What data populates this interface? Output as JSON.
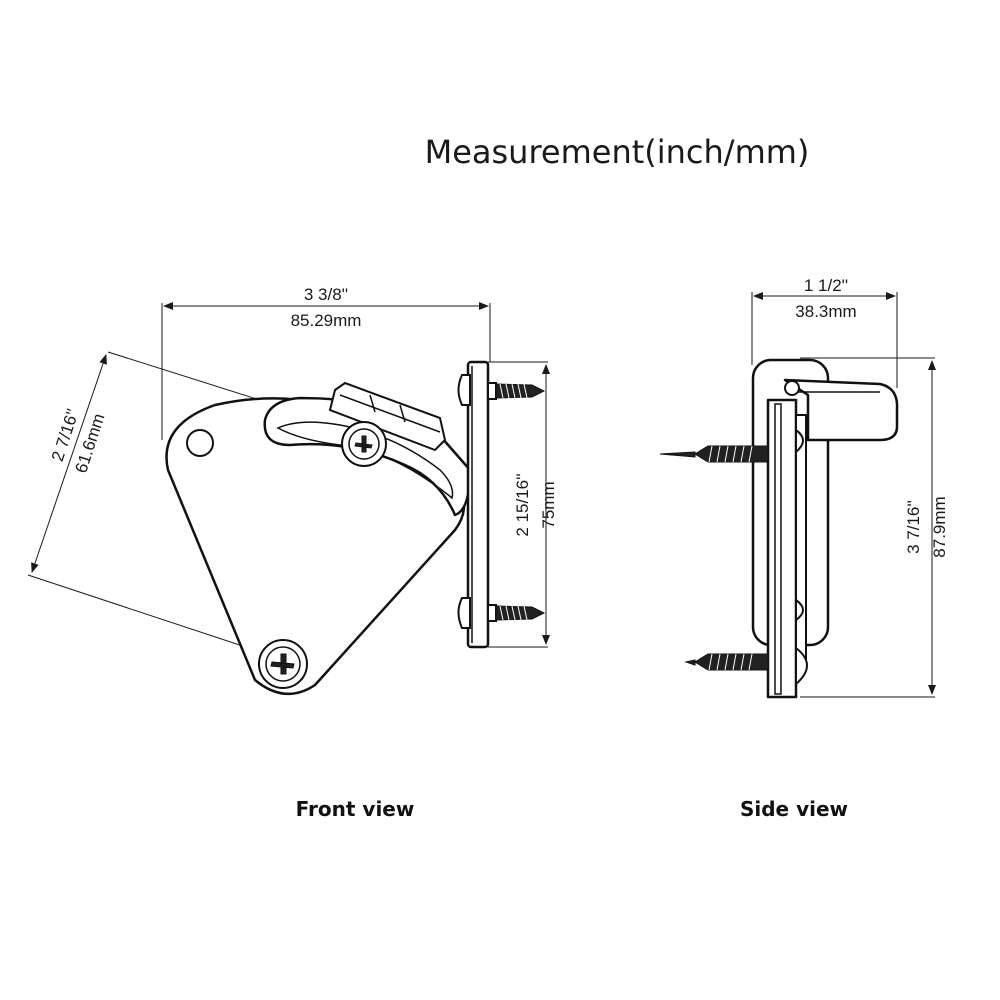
{
  "title": "Measurement(inch/mm)",
  "front_view": {
    "caption": "Front view",
    "width": {
      "inch": "3 3/8''",
      "mm": "85.29mm"
    },
    "diagonal": {
      "inch": "2 7/16''",
      "mm": "61.6mm"
    },
    "plate_height": {
      "inch": "2 15/16''",
      "mm": "75mm"
    }
  },
  "side_view": {
    "caption": "Side view",
    "width": {
      "inch": "1 1/2''",
      "mm": "38.3mm"
    },
    "height": {
      "inch": "3 7/16''",
      "mm": "87.9mm"
    }
  },
  "colors": {
    "line": "#1a1a1a",
    "background": "#ffffff"
  }
}
